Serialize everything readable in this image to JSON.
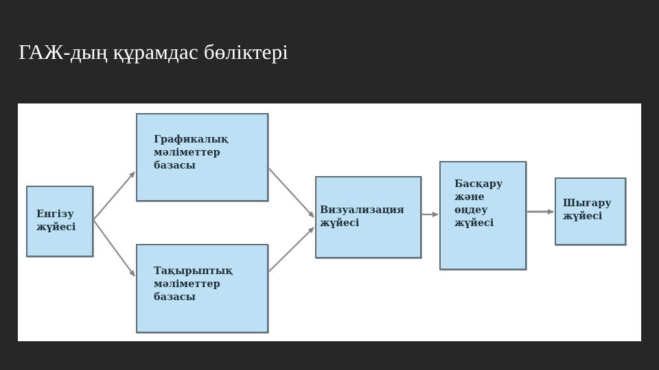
{
  "slide": {
    "title": "ГАЖ-дың құрамдас бөліктері"
  },
  "diagram": {
    "background": "#ffffff",
    "box_fill": "#bde0f5",
    "box_border": "#5d6b73",
    "arrow_color": "#808080",
    "nodes": [
      {
        "id": "input",
        "label": "Енгізу\nжүйесі"
      },
      {
        "id": "graphic-db",
        "label": "Графикалық\nмәліметтер\nбазасы"
      },
      {
        "id": "thematic-db",
        "label": "Тақырыптық\nмәліметтер\nбазасы"
      },
      {
        "id": "visualization",
        "label": "Визуализация\nжүйесі"
      },
      {
        "id": "management",
        "label": "Басқару\nжәне\nөңдеу\nжүйесі"
      },
      {
        "id": "output",
        "label": "Шығару\nжүйесі"
      }
    ],
    "edges": [
      {
        "from": "input",
        "to": "graphic-db"
      },
      {
        "from": "input",
        "to": "thematic-db"
      },
      {
        "from": "graphic-db",
        "to": "visualization"
      },
      {
        "from": "thematic-db",
        "to": "visualization"
      },
      {
        "from": "visualization",
        "to": "management"
      },
      {
        "from": "management",
        "to": "output"
      }
    ]
  }
}
